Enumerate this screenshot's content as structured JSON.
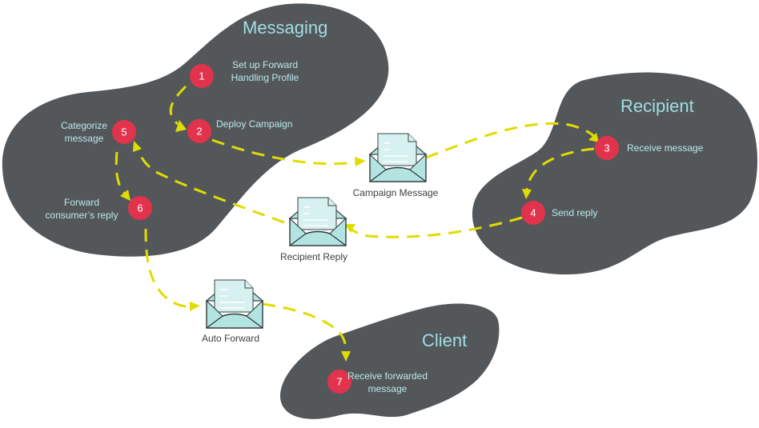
{
  "zones": {
    "messaging": {
      "title": "Messaging"
    },
    "recipient": {
      "title": "Recipient"
    },
    "client": {
      "title": "Client"
    }
  },
  "steps": [
    {
      "number": "1",
      "label_lines": [
        "Set up Forward",
        "Handling Profile"
      ],
      "zone": "messaging"
    },
    {
      "number": "2",
      "label_lines": [
        "Deploy Campaign"
      ],
      "zone": "messaging"
    },
    {
      "number": "3",
      "label_lines": [
        "Receive message"
      ],
      "zone": "recipient"
    },
    {
      "number": "4",
      "label_lines": [
        "Send reply"
      ],
      "zone": "recipient"
    },
    {
      "number": "5",
      "label_lines": [
        "Categorize",
        "message"
      ],
      "zone": "messaging"
    },
    {
      "number": "6",
      "label_lines": [
        "Forward",
        "consumer’s reply"
      ],
      "zone": "messaging"
    },
    {
      "number": "7",
      "label_lines": [
        "Receive forwarded",
        "message"
      ],
      "zone": "client"
    }
  ],
  "messages": [
    {
      "id": "campaign",
      "label": "Campaign Message",
      "icon": "envelope-open-letter-icon"
    },
    {
      "id": "reply",
      "label": "Recipient Reply",
      "icon": "envelope-open-letter-icon"
    },
    {
      "id": "forward",
      "label": "Auto Forward",
      "icon": "envelope-open-letter-icon"
    }
  ],
  "flows": [
    {
      "from": "step-1",
      "to": "step-2"
    },
    {
      "from": "step-2",
      "to": "campaign-message"
    },
    {
      "from": "campaign-message",
      "to": "step-3"
    },
    {
      "from": "step-3",
      "to": "step-4"
    },
    {
      "from": "step-4",
      "to": "recipient-reply"
    },
    {
      "from": "recipient-reply",
      "to": "step-5"
    },
    {
      "from": "step-5",
      "to": "step-6"
    },
    {
      "from": "step-6",
      "to": "auto-forward"
    },
    {
      "from": "auto-forward",
      "to": "step-7"
    }
  ],
  "colors": {
    "zone_fill": "#54575a",
    "zone_title": "#9fdfe3",
    "step_circle": "#e2334c",
    "step_label": "#b9e9ec",
    "flow_arrow": "#e0dc00",
    "envelope": "#b3e4e2"
  }
}
